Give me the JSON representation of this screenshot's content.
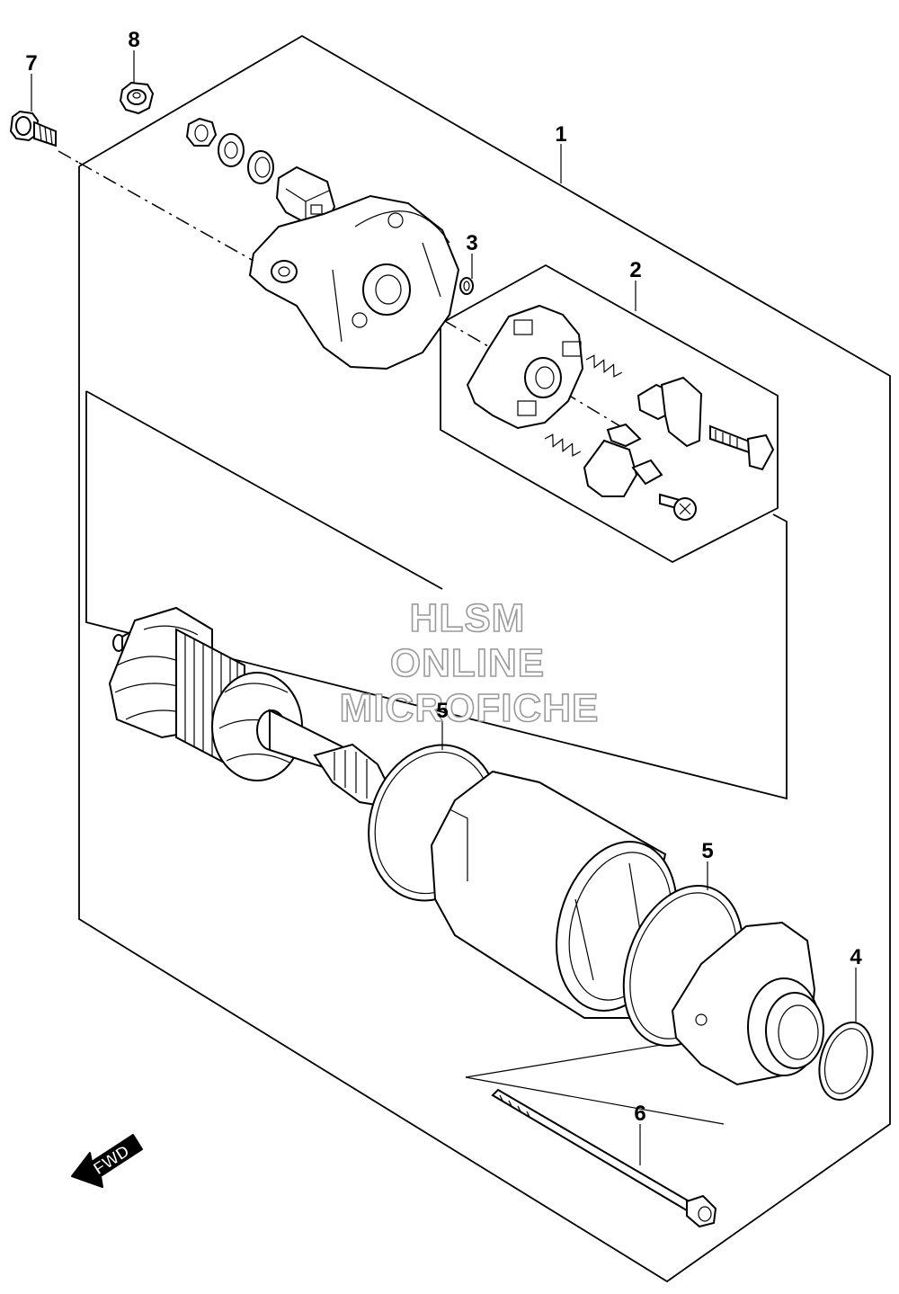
{
  "callouts": [
    {
      "id": "1",
      "label": "1"
    },
    {
      "id": "2",
      "label": "2"
    },
    {
      "id": "3",
      "label": "3"
    },
    {
      "id": "4",
      "label": "4"
    },
    {
      "id": "5a",
      "label": "5"
    },
    {
      "id": "5b",
      "label": "5"
    },
    {
      "id": "6",
      "label": "6"
    },
    {
      "id": "7",
      "label": "7"
    },
    {
      "id": "8",
      "label": "8"
    }
  ],
  "watermark": {
    "line1": "HLSM",
    "line2": "ONLINE",
    "line3": "MICROFICHE"
  },
  "fwd_arrow": {
    "label": "FWD"
  },
  "colors": {
    "line": "#000000",
    "background": "#ffffff",
    "watermark_outline": "#9a9a9a"
  }
}
